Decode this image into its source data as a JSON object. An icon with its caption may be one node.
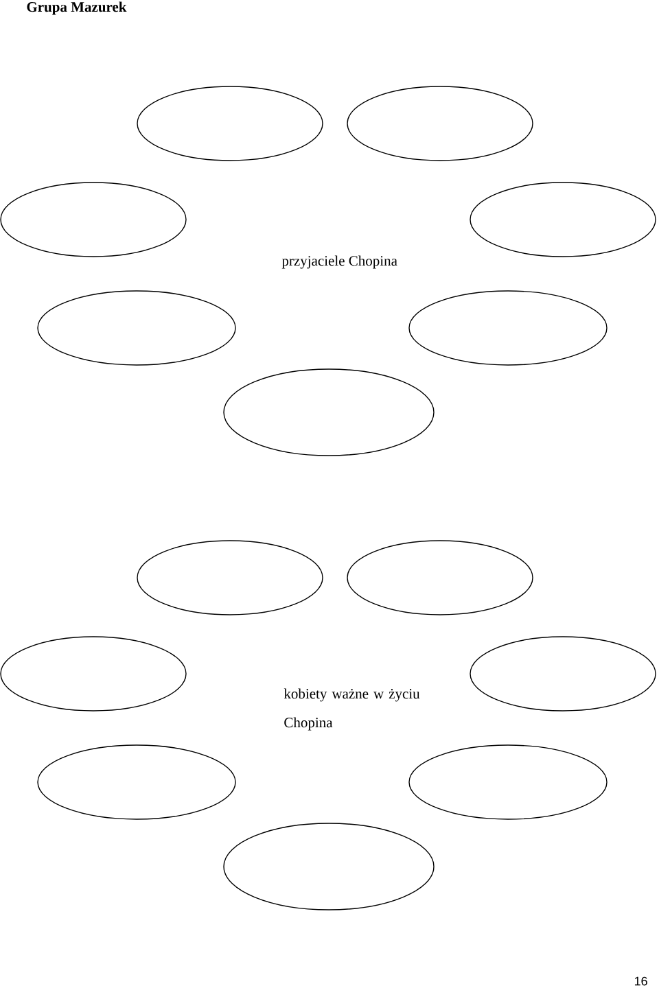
{
  "diagram": {
    "title": "Grupa Mazurek",
    "nodes": [
      {
        "text": [],
        "shape": "ellipse"
      },
      {
        "text": [],
        "shape": "ellipse"
      },
      {
        "text": [],
        "shape": "ellipse"
      },
      {
        "text": [],
        "shape": "ellipse"
      },
      {
        "text": [],
        "shape": "ellipse"
      },
      {
        "text": [],
        "shape": "ellipse"
      },
      {
        "text": [],
        "shape": "ellipse"
      },
      {
        "text": [],
        "shape": "ellipse"
      },
      {
        "text": [],
        "shape": "ellipse"
      },
      {
        "text": [],
        "shape": "ellipse"
      },
      {
        "text": [],
        "shape": "ellipse"
      },
      {
        "text": [],
        "shape": "ellipse"
      },
      {
        "text": [],
        "shape": "ellipse"
      },
      {
        "text": [],
        "shape": "ellipse"
      }
    ],
    "labels": [
      "przyjaciele Chopina",
      "kobiety ważne w życiu Chopina",
      "16"
    ]
  }
}
